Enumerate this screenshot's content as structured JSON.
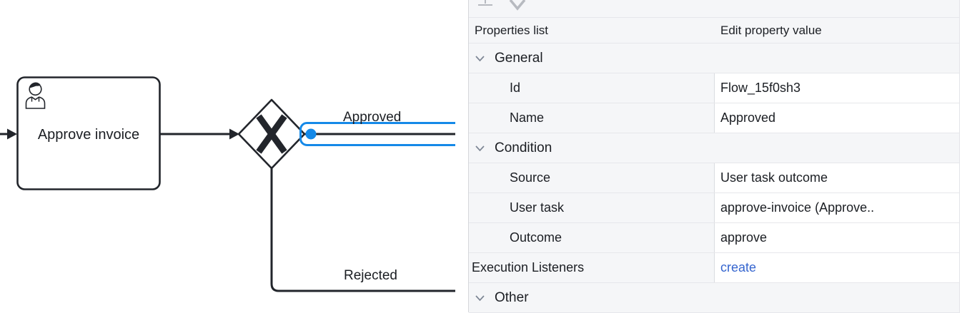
{
  "diagram": {
    "task": {
      "label": "Approve invoice",
      "type": "user-task"
    },
    "gateway": {
      "type": "exclusive-gateway",
      "marker": "X"
    },
    "flows": [
      {
        "label": "Approved",
        "selected": true
      },
      {
        "label": "Rejected",
        "selected": false
      }
    ],
    "colors": {
      "stroke": "#22252b",
      "selection_blue": "#1589e8"
    }
  },
  "panel": {
    "toolbar": {
      "icons": [
        "add-icon",
        "arrow-down-icon"
      ]
    },
    "header": {
      "left": "Properties list",
      "right": "Edit property value"
    },
    "rows": [
      {
        "type": "section",
        "label": "General"
      },
      {
        "type": "property",
        "label": "Id",
        "value": "Flow_15f0sh3"
      },
      {
        "type": "property",
        "label": "Name",
        "value": "Approved"
      },
      {
        "type": "section",
        "label": "Condition"
      },
      {
        "type": "property",
        "label": "Source",
        "value": "User task outcome"
      },
      {
        "type": "property",
        "label": "User task",
        "value": "approve-invoice (Approve.."
      },
      {
        "type": "property",
        "label": "Outcome",
        "value": "approve"
      },
      {
        "type": "toplevel",
        "label": "Execution Listeners",
        "value": "create",
        "value_is_link": true
      },
      {
        "type": "section",
        "label": "Other"
      }
    ],
    "colors": {
      "link_blue": "#3565cf",
      "row_gray": "#f5f6f8"
    }
  }
}
